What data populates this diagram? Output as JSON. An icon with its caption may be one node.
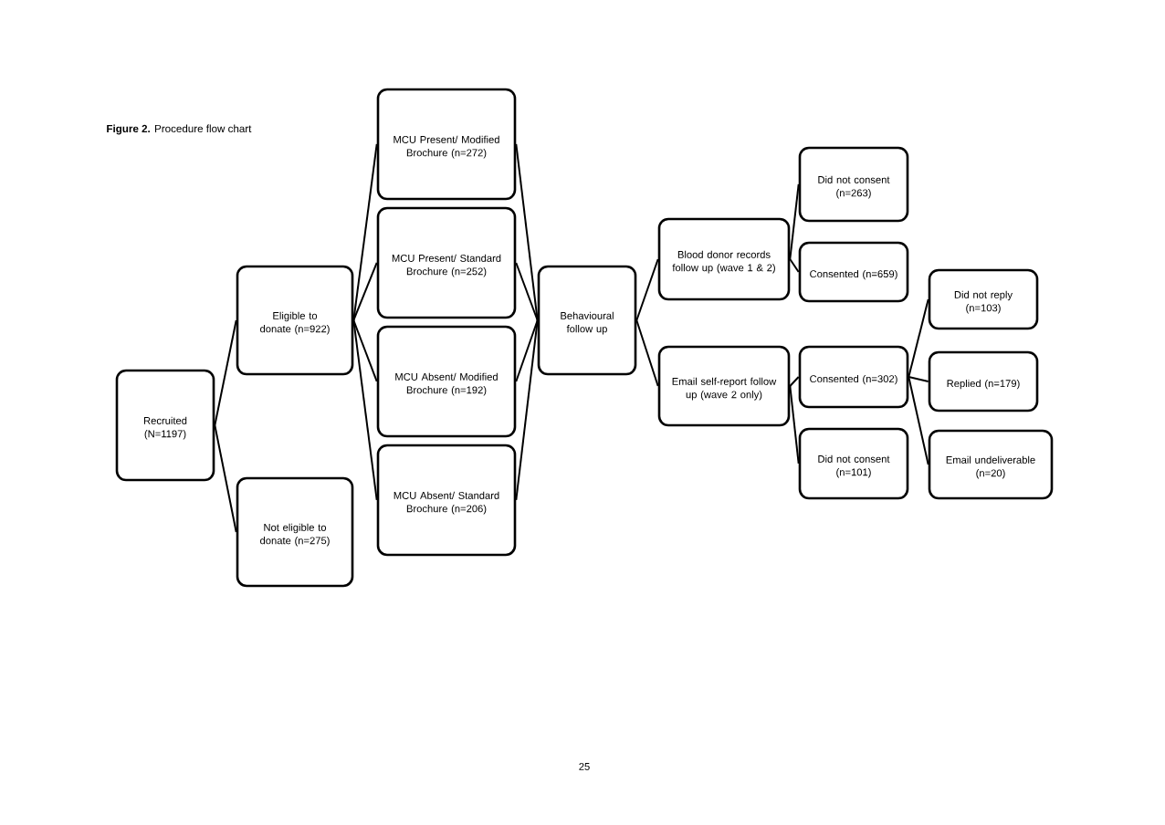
{
  "diagram": {
    "title": "**Figure 2.** Procedure flow chart",
    "nodes": [
      {
        "text": [
          "Recruited (N=1197)"
        ]
      },
      {
        "text": [
          "Eligible to donate (n=922)"
        ]
      },
      {
        "text": [
          "Not eligible to donate (n=275)"
        ]
      },
      {
        "text": [
          "MCU Present/ Modified Brochure (n=272)"
        ]
      },
      {
        "text": [
          "MCU Present/ Standard Brochure (n=252)"
        ]
      },
      {
        "text": [
          "MCU Absent/ Modified Brochure (n=192)"
        ]
      },
      {
        "text": [
          "MCU Absent/ Standard Brochure (n=206)"
        ]
      },
      {
        "text": [
          "Behavioural follow up"
        ]
      },
      {
        "text": [
          "Blood donor records follow up (wave 1 & 2)"
        ]
      },
      {
        "text": [
          "Email self-report follow up (wave 2 only)"
        ]
      },
      {
        "text": [
          "Did not consent (n=263)"
        ]
      },
      {
        "text": [
          "Consented (n=659)"
        ]
      },
      {
        "text": [
          "Consented (n=302)"
        ]
      },
      {
        "text": [
          "Did not consent (n=101)"
        ]
      },
      {
        "text": [
          "Did not reply (n=103)"
        ]
      },
      {
        "text": [
          "Replied (n=179)"
        ]
      },
      {
        "text": [
          "Email undeliverable (n=20)"
        ]
      }
    ],
    "edges": [
      {
        "from": 0,
        "to": 1,
        "arrow": "none"
      },
      {
        "from": 0,
        "to": 2,
        "arrow": "none"
      },
      {
        "from": 1,
        "to": 3,
        "arrow": "none"
      },
      {
        "from": 1,
        "to": 4,
        "arrow": "none"
      },
      {
        "from": 1,
        "to": 5,
        "arrow": "none"
      },
      {
        "from": 1,
        "to": 6,
        "arrow": "none"
      },
      {
        "from": 3,
        "to": 7,
        "arrow": "none"
      },
      {
        "from": 4,
        "to": 7,
        "arrow": "none"
      },
      {
        "from": 5,
        "to": 7,
        "arrow": "none"
      },
      {
        "from": 6,
        "to": 7,
        "arrow": "none"
      },
      {
        "from": 7,
        "to": 8,
        "arrow": "none"
      },
      {
        "from": 7,
        "to": 9,
        "arrow": "none"
      },
      {
        "from": 8,
        "to": 10,
        "arrow": "none"
      },
      {
        "from": 8,
        "to": 11,
        "arrow": "none"
      },
      {
        "from": 9,
        "to": 12,
        "arrow": "none"
      },
      {
        "from": 9,
        "to": 13,
        "arrow": "none"
      },
      {
        "from": 12,
        "to": 14,
        "arrow": "none"
      },
      {
        "from": 12,
        "to": 15,
        "arrow": "none"
      },
      {
        "from": 12,
        "to": 16,
        "arrow": "none"
      }
    ],
    "labels": [
      "25"
    ]
  }
}
